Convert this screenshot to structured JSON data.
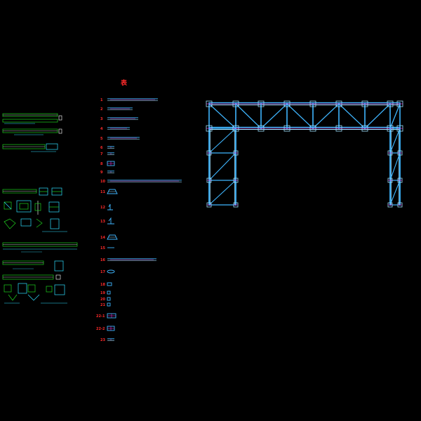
{
  "drawing": {
    "title": "表",
    "part_numbers": [
      "1",
      "2",
      "3",
      "4",
      "5",
      "6",
      "7",
      "8",
      "9",
      "10",
      "11",
      "12",
      "13",
      "14",
      "15",
      "16",
      "17",
      "18",
      "19",
      "20",
      "21",
      "22-1",
      "22-2",
      "23"
    ],
    "colors": {
      "background": "#000000",
      "member": "#3fb6ff",
      "member_light": "#9fe0ff",
      "node": "#ff3df0",
      "label": "#ff2a2a",
      "detail_green": "#1fd11f",
      "detail_cyan": "#30e0ff",
      "detail_white": "#e6e6e6"
    }
  }
}
